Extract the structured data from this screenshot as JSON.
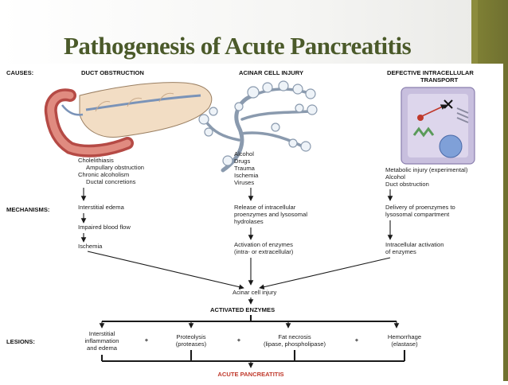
{
  "slide": {
    "title": "Pathogenesis of Acute Pancreatitis"
  },
  "figure": {
    "row_labels": {
      "causes": "CAUSES:",
      "mechanisms": "MECHANISMS:",
      "lesions": "LESIONS:"
    },
    "columns": {
      "duct": {
        "header": "DUCT OBSTRUCTION",
        "causes": [
          "Cholelithiasis",
          "Ampullary obstruction",
          "Chronic alcoholism",
          "Ductal concretions"
        ],
        "mechanisms": [
          "Interstitial edema",
          "Impaired blood flow",
          "Ischemia"
        ]
      },
      "acinar": {
        "header": "ACINAR CELL INJURY",
        "causes": [
          "Alcohol",
          "Drugs",
          "Trauma",
          "Ischemia",
          "Viruses"
        ],
        "mechanisms": [
          "Release of intracellular",
          "proenzymes and lysosomal",
          "hydrolases",
          "Activation of enzymes",
          "(intra- or extracellular)"
        ]
      },
      "transport": {
        "header_line1": "DEFECTIVE INTRACELLULAR",
        "header_line2": "TRANSPORT",
        "causes": [
          "Metabolic injury (experimental)",
          "Alcohol",
          "Duct obstruction"
        ],
        "mechanisms": [
          "Delivery of proenzymes to",
          "lysosomal compartment",
          "Intracellular activation",
          "of enzymes"
        ]
      }
    },
    "central": {
      "injury": "Acinar cell injury",
      "activated": "ACTIVATED ENZYMES"
    },
    "lesions": [
      {
        "lines": [
          "Interstitial",
          "inflammation",
          "and edema"
        ]
      },
      {
        "lines": [
          "Proteolysis",
          "(proteases)"
        ]
      },
      {
        "lines": [
          "Fat necrosis",
          "(lipase, phospholipase)"
        ]
      },
      {
        "lines": [
          "Hemorrhage",
          "(elastase)"
        ]
      }
    ],
    "plus": "+",
    "outcome": "ACUTE PANCREATITIS",
    "colors": {
      "outcome": "#c0392b",
      "title": "#4b5a2a",
      "strip": "#8c8c3e"
    }
  }
}
